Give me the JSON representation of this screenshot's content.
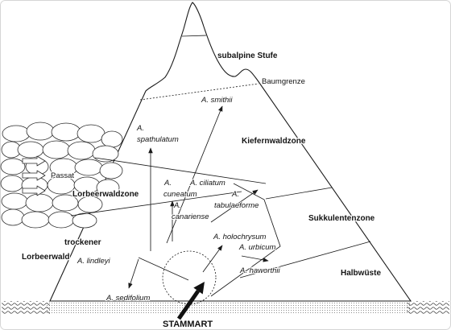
{
  "zones": {
    "subalpine": "subalpine Stufe",
    "treeline": "Baumgrenze",
    "pine_forest": "Kiefernwaldzone",
    "laurel_forest": "Lorbeerwaldzone",
    "dry_laurel_line1": "trockener",
    "dry_laurel_line2": "Lorbeerwald",
    "succulent": "Sukkulentenzone",
    "semi_desert": "Halbwüste"
  },
  "wind_label": "Passat",
  "origin_label": "STAMMART",
  "species": {
    "smithii": [
      "A. smithii"
    ],
    "spathulatum": [
      "A.",
      "spathulatum"
    ],
    "cuneatum": [
      "A.",
      "cuneatum"
    ],
    "ciliatum": [
      "A. ciliatum"
    ],
    "tabulaeforme": [
      "A.",
      "tabulaeforme"
    ],
    "canariense": [
      "A.",
      "canariense"
    ],
    "holochrysum": [
      "A. holochrysum"
    ],
    "urbicum": [
      "A. urbicum"
    ],
    "lindleyi": [
      "A. lindleyi"
    ],
    "haworthii": [
      "A. haworthii"
    ],
    "sedifolium": [
      "A. sedifolium"
    ]
  }
}
